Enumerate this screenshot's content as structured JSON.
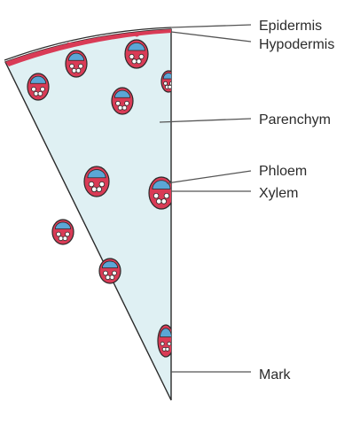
{
  "diagram": {
    "labels": {
      "epidermis": "Epidermis",
      "hypodermis": "Hypodermis",
      "parenchym": "Parenchym",
      "phloem": "Phloem",
      "xylem": "Xylem",
      "mark": "Mark"
    },
    "colors": {
      "tissue_fill": "#dff0f3",
      "section_edge": "#2a2a2a",
      "hypodermis_red": "#d93b56",
      "bundle_sheath": "#d93b56",
      "phloem_blue": "#5ba6d6",
      "xylem_vessel": "#ffffff",
      "label_text": "#2b2b2b",
      "leader_line": "#555555"
    }
  }
}
